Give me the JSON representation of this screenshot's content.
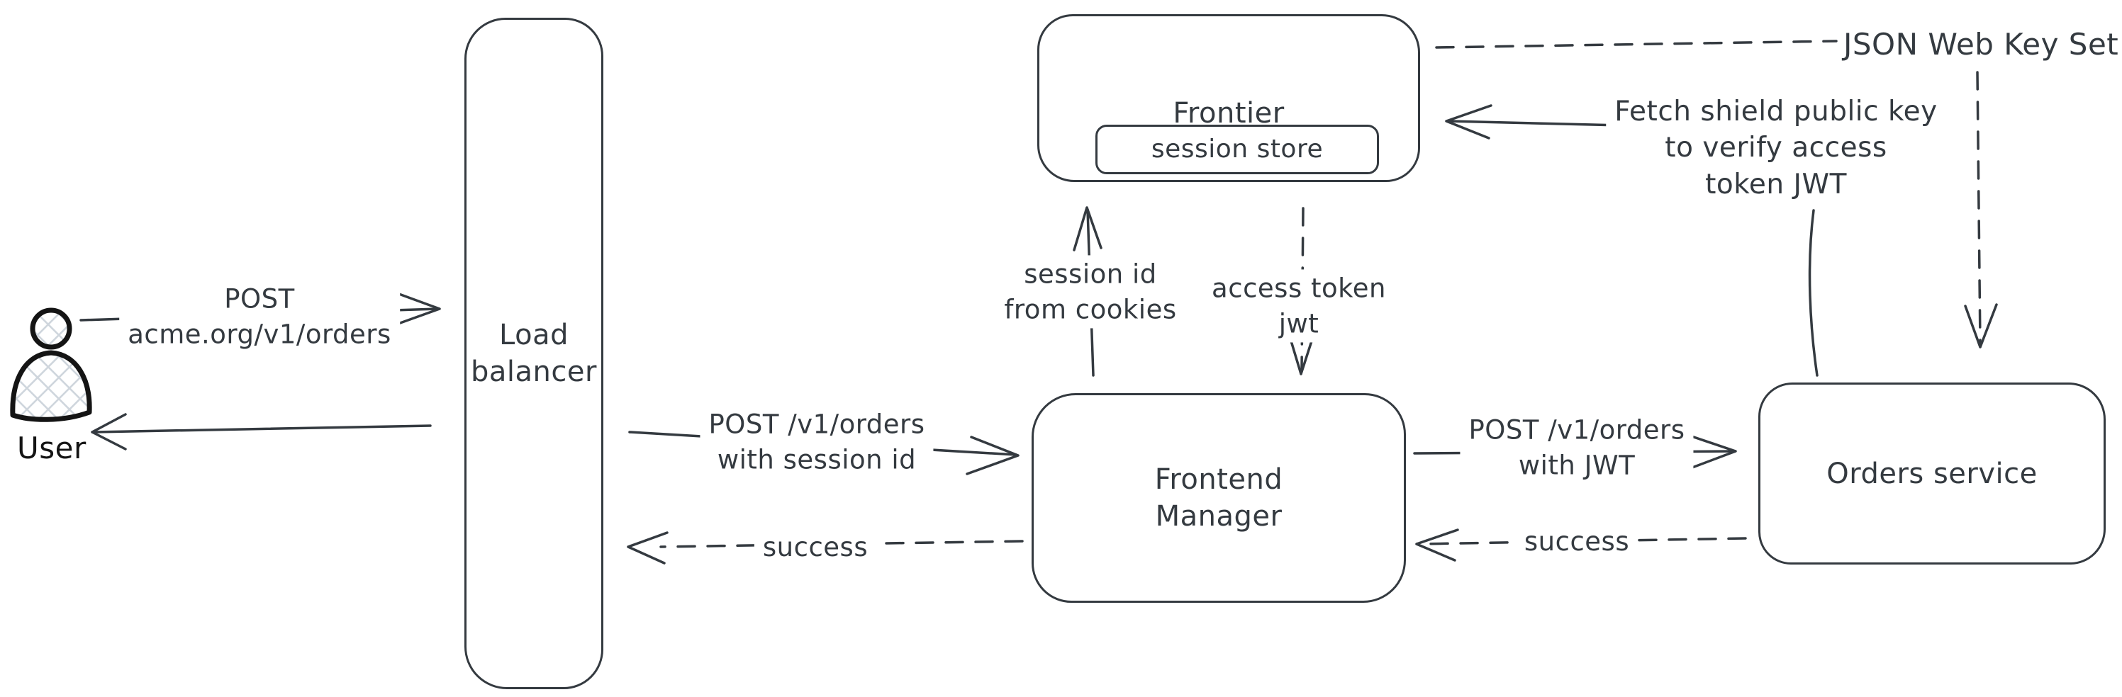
{
  "canvas": {
    "background": "#ffffff",
    "ink_color": "#343a40",
    "user_figure_color": "#141414",
    "user_hatch_color": "#cfd6dd"
  },
  "nodes": {
    "user": {
      "label": "User"
    },
    "load_balancer": {
      "line1": "Load",
      "line2": "balancer"
    },
    "frontier": {
      "label": "Frontier"
    },
    "session_store": {
      "label": "session store"
    },
    "frontend_manager": {
      "line1": "Frontend",
      "line2": "Manager"
    },
    "orders_service": {
      "label": "Orders service"
    },
    "jwks": {
      "label": "JSON Web Key Set"
    }
  },
  "edges": {
    "user_to_lb": {
      "line1": "POST",
      "line2": "acme.org/v1/orders"
    },
    "lb_to_fm": {
      "line1": "POST /v1/orders",
      "line2": "with session id"
    },
    "fm_to_lb": {
      "label": "success"
    },
    "fm_to_frontier": {
      "line1": "session id",
      "line2": "from cookies"
    },
    "frontier_to_fm": {
      "line1": "access token",
      "line2": "jwt"
    },
    "fm_to_orders": {
      "line1": "POST /v1/orders",
      "line2": "with JWT"
    },
    "orders_to_fm": {
      "label": "success"
    },
    "orders_to_frontier": {
      "line1": "Fetch shield public key",
      "line2": "to verify access",
      "line3": "token JWT"
    }
  }
}
